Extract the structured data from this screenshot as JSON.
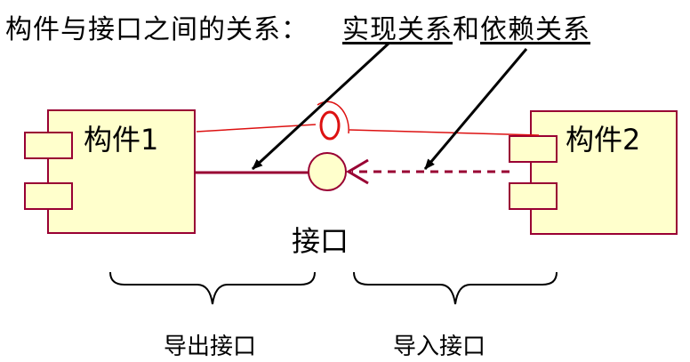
{
  "title": {
    "prefix": "构件与接口之间的关系：",
    "realization": "实现关系",
    "conjunction": "和",
    "dependency": "依赖关系"
  },
  "components": [
    {
      "name": "构件1"
    },
    {
      "name": "构件2"
    }
  ],
  "interface": {
    "label": "接口"
  },
  "braces": [
    {
      "label": "导出接口"
    },
    {
      "label": "导入接口"
    }
  ],
  "colors": {
    "component_fill": "#ffffcc",
    "component_stroke": "#990033",
    "line": "#990033",
    "highlight": "#dd1111",
    "arrow": "#000000"
  }
}
